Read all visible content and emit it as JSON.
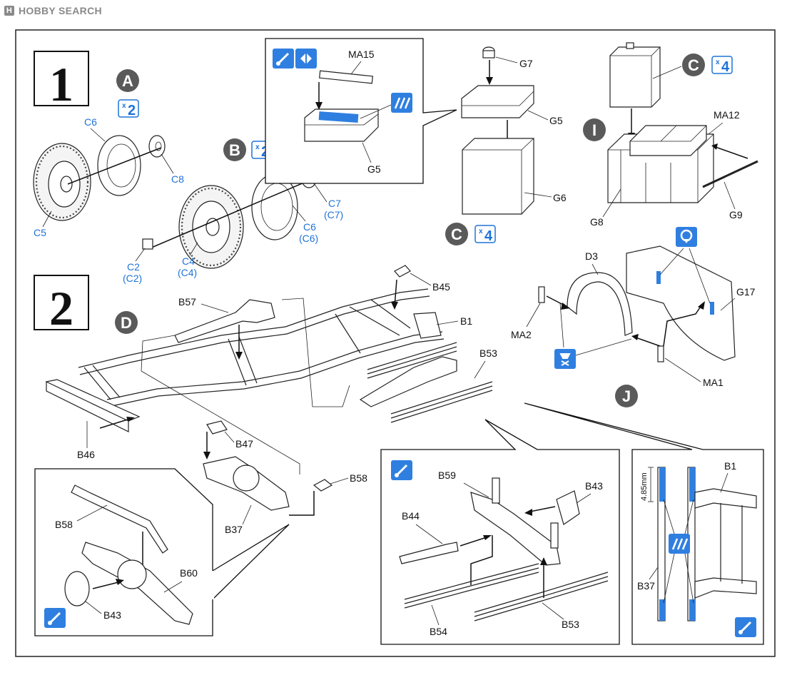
{
  "watermark": {
    "text": "HOBBY SEARCH",
    "logo_mark": "H"
  },
  "steps": [
    {
      "number": "1"
    },
    {
      "number": "2"
    }
  ],
  "sub_assemblies": {
    "A": {
      "letter": "A",
      "quantity": "2"
    },
    "B": {
      "letter": "B",
      "quantity": "2"
    },
    "C_battery": {
      "letter": "C",
      "quantity": "4"
    },
    "C_box": {
      "letter": "C",
      "quantity": "4"
    },
    "I": {
      "letter": "I"
    },
    "D": {
      "letter": "D"
    },
    "J": {
      "letter": "J"
    }
  },
  "parts_step1": {
    "wheel_a": [
      "C6",
      "C8",
      "C5"
    ],
    "wheel_b": [
      "C7",
      "(C7)",
      "C6",
      "(C6)",
      "C4",
      "(C4)",
      "C2",
      "(C2)"
    ],
    "inset_battery": [
      "MA15",
      "G5"
    ],
    "battery_box": [
      "G7",
      "G5",
      "G6"
    ],
    "battery_rack": [
      "MA12",
      "G8",
      "G9"
    ],
    "mudguard": [
      "D3",
      "G17",
      "MA2",
      "MA1"
    ]
  },
  "parts_step2": {
    "chassis": [
      "B57",
      "B45",
      "B1",
      "B53",
      "B37",
      "B46",
      "B47",
      "B58"
    ],
    "inset_left": [
      "B58",
      "B60",
      "B43"
    ],
    "inset_center": [
      "B59",
      "B43",
      "B44",
      "B54",
      "B53"
    ],
    "inset_right": [
      "B1",
      "B37"
    ],
    "dimension": "4.85mm"
  },
  "icons": [
    "glue-icon",
    "direction-icon",
    "paint-blue-icon",
    "magnet-icon",
    "fix-icon"
  ],
  "colors": {
    "accent_blue": "#2f7fe0",
    "part_label_blue": "#1e73d8",
    "ink": "#111111"
  }
}
